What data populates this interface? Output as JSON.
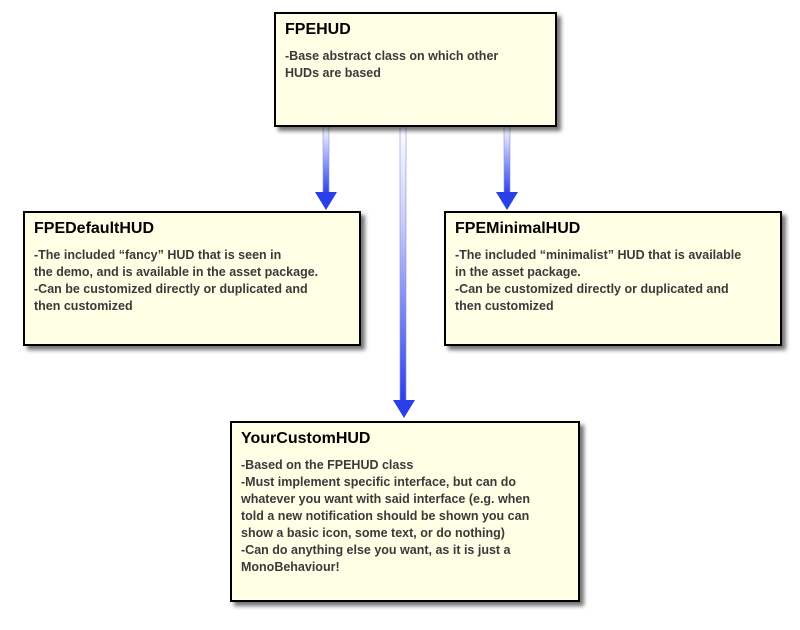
{
  "colors": {
    "box_fill": "#ffffe6",
    "box_border": "#000000",
    "arrow": "#2a3fe8",
    "title_text": "#000000",
    "body_text": "#3a3a3a"
  },
  "boxes": {
    "fpehud": {
      "title": "FPEHUD",
      "lines": [
        "-Base abstract class on which other",
        "HUDs are based"
      ]
    },
    "default": {
      "title": "FPEDefaultHUD",
      "lines": [
        "-The included “fancy” HUD that is seen in",
        "the demo, and is available in the asset package.",
        "-Can be customized directly or duplicated and",
        "then customized"
      ]
    },
    "minimal": {
      "title": "FPEMinimalHUD",
      "lines": [
        "-The included “minimalist” HUD that is available",
        "in the asset package.",
        "-Can be customized directly or duplicated and",
        "then customized"
      ]
    },
    "custom": {
      "title": "YourCustomHUD",
      "lines": [
        "-Based on the FPEHUD class",
        "-Must implement specific interface, but can do",
        "whatever you want with said interface (e.g. when",
        "told a new notification should be shown you can",
        "show a basic icon, some text, or do nothing)",
        "-Can do anything else you want, as it is just a",
        "MonoBehaviour!"
      ]
    }
  },
  "edges": [
    {
      "from": "FPEHUD",
      "to": "FPEDefaultHUD"
    },
    {
      "from": "FPEHUD",
      "to": "FPEMinimalHUD"
    },
    {
      "from": "FPEHUD",
      "to": "YourCustomHUD"
    }
  ]
}
